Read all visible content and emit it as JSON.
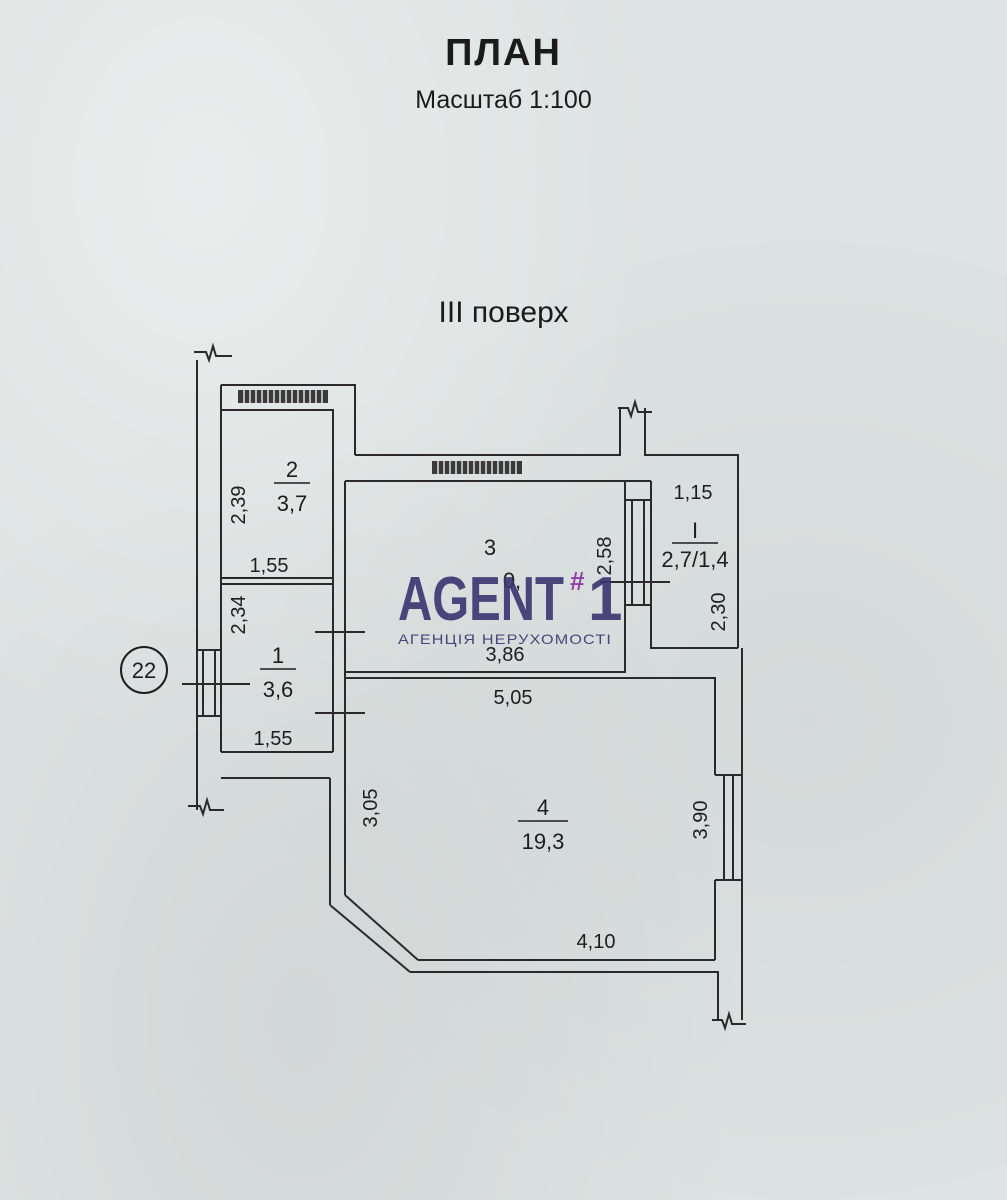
{
  "header": {
    "title": "ПЛАН",
    "scale": "Масштаб 1:100",
    "floor": "III поверх"
  },
  "apartment_number": "22",
  "rooms": [
    {
      "number": "2",
      "area": "3,7"
    },
    {
      "number": "3",
      "area": "0,"
    },
    {
      "number": "I",
      "area": "2,7/1,4"
    },
    {
      "number": "1",
      "area": "3,6"
    },
    {
      "number": "4",
      "area": "19,3"
    }
  ],
  "dimensions": {
    "room2_height": "2,39",
    "room2_width": "1,55",
    "room3_side": "2,58",
    "room3_width": "3,86",
    "balcony_width": "1,15",
    "balcony_height": "2,30",
    "room1_height": "2,34",
    "room1_width": "1,55",
    "room4_top": "5,05",
    "room4_left": "3,05",
    "room4_right": "3,90",
    "room4_bottom": "4,10"
  },
  "watermark": {
    "brand": "AGENT",
    "number_sign": "#",
    "number": "1",
    "subtitle": "АГЕНЦІЯ НЕРУХОМОСТІ"
  },
  "colors": {
    "paper": "#dde3e2",
    "ink": "#1e1e1e",
    "watermark_primary": "#3a3570",
    "watermark_accent": "#8a2ea0"
  }
}
